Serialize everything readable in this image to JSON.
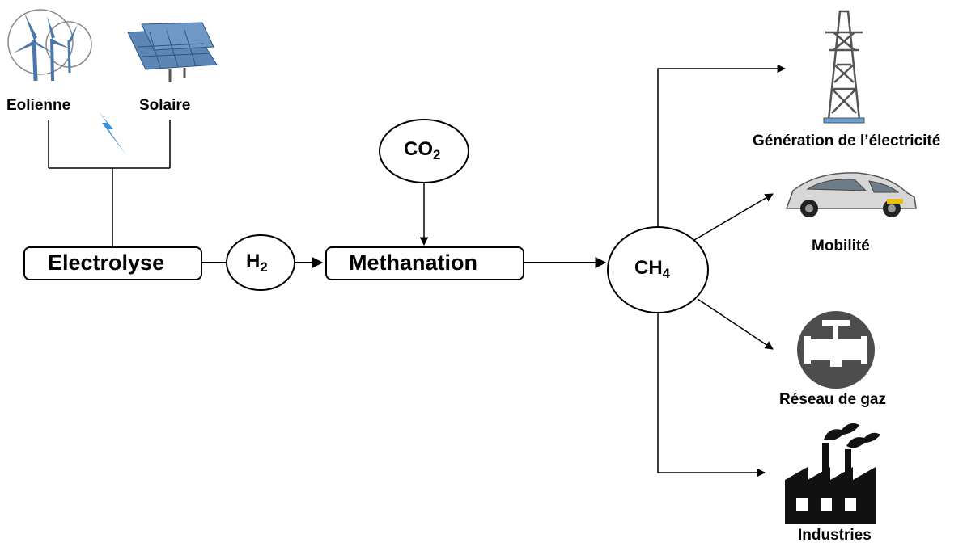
{
  "sources": {
    "wind_label": "Eolienne",
    "solar_label": "Solaire"
  },
  "process": {
    "electrolyse": "Electrolyse",
    "h2_main": "H",
    "h2_sub": "2",
    "methanation": "Methanation",
    "co2_main": "CO",
    "co2_sub": "2",
    "ch4_main": "CH",
    "ch4_sub": "4"
  },
  "uses": {
    "electricity": "Génération de l’électricité",
    "mobility": "Mobilité",
    "gas_network": "Réseau de gaz",
    "industries": "Industries"
  },
  "colors": {
    "stroke": "#000000",
    "panel_blue": "#5b86b5",
    "turbine_blue": "#4a78a8",
    "bolt_blue": "#3b8fd6",
    "tower_gray": "#555555",
    "gas_icon_bg": "#4d4d4d"
  },
  "icons": [
    "wind-turbine-icon",
    "solar-panel-icon",
    "lightning-bolt-icon",
    "power-pylon-icon",
    "car-icon",
    "gas-valve-icon",
    "factory-icon"
  ]
}
